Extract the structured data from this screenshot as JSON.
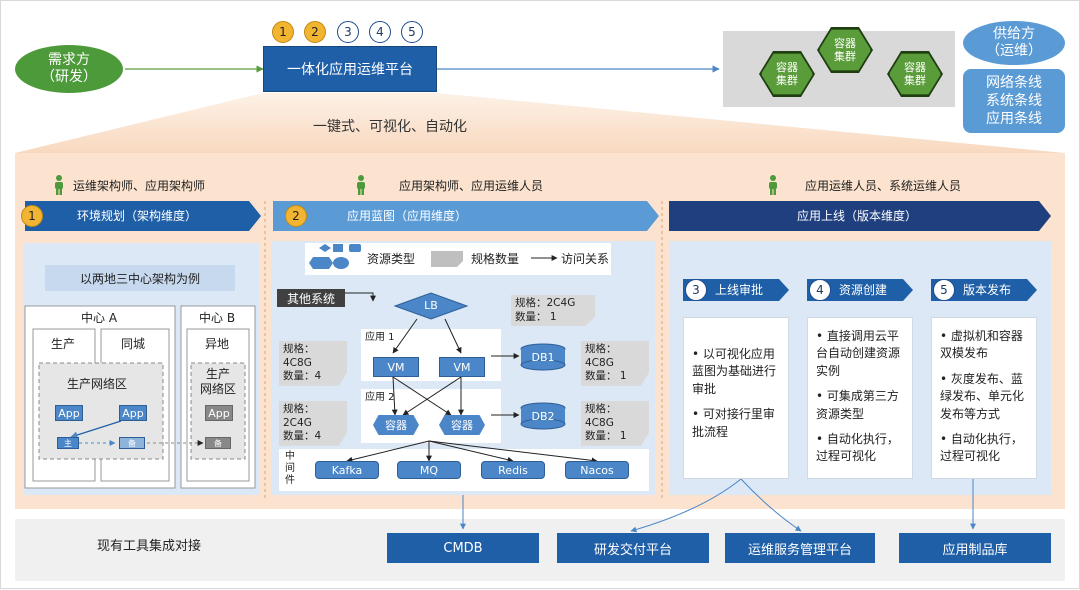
{
  "top": {
    "demand": {
      "line1": "需求方",
      "line2": "（研发）"
    },
    "platform_title": "一体化应用运维平台",
    "steps": [
      "1",
      "2",
      "3",
      "4",
      "5"
    ],
    "containers": [
      {
        "line1": "容器",
        "line2": "集群"
      },
      {
        "line1": "容器",
        "line2": "集群"
      },
      {
        "line1": "容器",
        "line2": "集群"
      }
    ],
    "supply": {
      "line1": "供给方",
      "line2": "（运维）"
    },
    "lines": [
      "网络条线",
      "系统条线",
      "应用条线"
    ],
    "slogan": "一键式、可视化、自动化"
  },
  "roles": {
    "r1": "运维架构师、应用架构师",
    "r2": "应用架构师、应用运维人员",
    "r3": "应用运维人员、系统运维人员"
  },
  "banners": {
    "b1": {
      "num": "1",
      "label": "环境规划（架构维度）"
    },
    "b2": {
      "num": "2",
      "label": "应用蓝图（应用维度）"
    },
    "b3": {
      "label": "应用上线（版本维度）"
    }
  },
  "env": {
    "title": "以两地三中心架构为例",
    "centerA": "中心 A",
    "centerB": "中心 B",
    "prod": "生产",
    "samecity": "同城",
    "remote": "异地",
    "prodnet": "生产网络区",
    "prodnet2_l1": "生产",
    "prodnet2_l2": "网络区",
    "app": "App",
    "master": "主",
    "backup1": "备",
    "backup2": "备"
  },
  "blueprint": {
    "legend_resource": "资源类型",
    "legend_spec": "规格数量",
    "legend_access": "访问关系",
    "other": "其他系统",
    "lb": "LB",
    "lb_spec": [
      "规格：2C4G",
      "数量：  1"
    ],
    "app1": "应用 1",
    "app2": "应用 2",
    "vm": "VM",
    "container": "容器",
    "spec_left1": [
      "规格：4C8G",
      "数量：4"
    ],
    "spec_left2": [
      "规格：2C4G",
      "数量：4"
    ],
    "db1": "DB1",
    "db2": "DB2",
    "spec_db1": [
      "规格：4C8G",
      "数量：  1"
    ],
    "spec_db2": [
      "规格：4C8G",
      "数量：  1"
    ],
    "middleware": [
      "中",
      "间",
      "件"
    ],
    "mw": [
      "Kafka",
      "MQ",
      "Redis",
      "Nacos"
    ]
  },
  "release": {
    "s3": {
      "num": "3",
      "label": "上线审批"
    },
    "s4": {
      "num": "4",
      "label": "资源创建"
    },
    "s5": {
      "num": "5",
      "label": "版本发布"
    },
    "c3": [
      "• 以可视化应用蓝图为基础进行审批",
      "• 可对接行里审批流程"
    ],
    "c4": [
      "• 直接调用云平台自动创建资源实例",
      "• 可集成第三方资源类型",
      "• 自动化执行，过程可视化"
    ],
    "c5": [
      "• 虚拟机和容器双模发布",
      "• 灰度发布、蓝绿发布、单元化发布等方式",
      "• 自动化执行，过程可视化"
    ]
  },
  "bottom": {
    "label": "现有工具集成对接",
    "tools": [
      "CMDB",
      "研发交付平台",
      "运维服务管理平台",
      "应用制品库"
    ]
  },
  "colors": {
    "primary": "#1f5fa8",
    "green": "#4c9a3a",
    "gold": "#f2b531",
    "peach": "#fbe3cf",
    "lightblue": "#dce8f5"
  }
}
